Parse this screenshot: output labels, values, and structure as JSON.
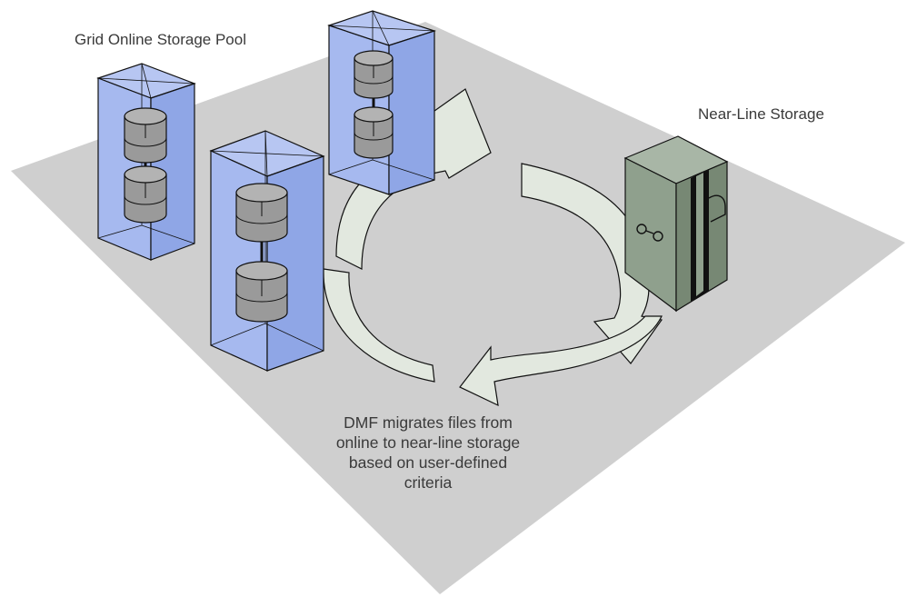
{
  "labels": {
    "pool": "Grid Online Storage Pool",
    "nearline": "Near-Line Storage",
    "caption": [
      "DMF migrates files from",
      "online to near-line storage",
      "based on user-defined",
      "criteria"
    ]
  },
  "colors": {
    "platform": "#cfcfcf",
    "box_face": "#a6b9ef",
    "box_side": "#8fa6e6",
    "box_top": "#b7c6f2",
    "disk": "#9a9a9a",
    "disk_top": "#b3b3b3",
    "arrow": "#e2e8df",
    "server_front": "#8fa08d",
    "server_side": "#778874",
    "server_top": "#a8b6a6",
    "outline": "#111111",
    "text": "#3a3a3a"
  },
  "icons": [
    "storage-box-icon",
    "disk-cylinder-icon",
    "migration-arrow-icon",
    "near-line-server-icon"
  ]
}
